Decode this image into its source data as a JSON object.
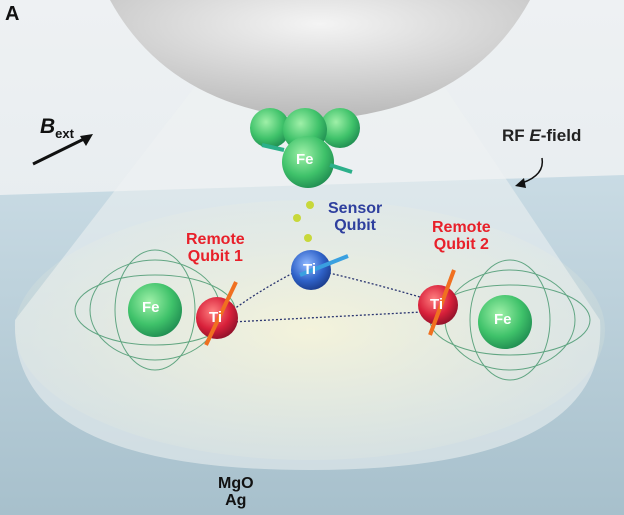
{
  "panel_label": "A",
  "b_field": {
    "main": "B",
    "sub": "ext"
  },
  "rf_label": {
    "prefix": "RF ",
    "italic": "E",
    "suffix": "-field"
  },
  "sensor": {
    "line1": "Sensor",
    "line2": "Qubit"
  },
  "remote1": {
    "line1": "Remote",
    "line2": "Qubit 1"
  },
  "remote2": {
    "line1": "Remote",
    "line2": "Qubit 2"
  },
  "atoms": {
    "fe": "Fe",
    "ti": "Ti"
  },
  "substrate": {
    "top": "MgO",
    "bottom": "Ag"
  },
  "colors": {
    "red": "#e8202a",
    "blue": "#2e3f9e",
    "fe": "#3fc26a",
    "ti_red": "#d8203a",
    "ti_blue": "#2f62c8"
  }
}
